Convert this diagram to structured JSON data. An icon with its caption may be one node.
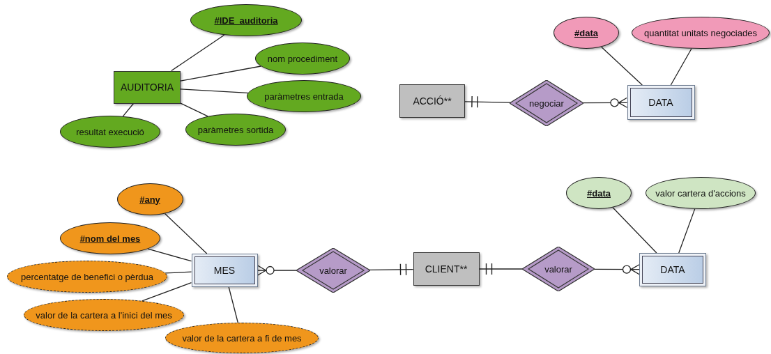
{
  "diagram": {
    "nodes": [
      {
        "text": [
          "AUDITORIA"
        ]
      },
      {
        "text": [
          "#IDE_auditoria"
        ]
      },
      {
        "text": [
          "nom procediment"
        ]
      },
      {
        "text": [
          "paràmetres entrada"
        ]
      },
      {
        "text": [
          "paràmetres sortida"
        ]
      },
      {
        "text": [
          "resultat execució"
        ]
      },
      {
        "text": [
          "ACCIÓ**"
        ]
      },
      {
        "text": [
          "negociar"
        ]
      },
      {
        "text": [
          "DATA"
        ]
      },
      {
        "text": [
          "#data"
        ]
      },
      {
        "text": [
          "quantitat unitats negociades"
        ]
      },
      {
        "text": [
          "#any"
        ]
      },
      {
        "text": [
          "#nom del mes"
        ]
      },
      {
        "text": [
          "percentatge de benefici o pèrdua"
        ]
      },
      {
        "text": [
          "valor de la cartera a l'inici del mes"
        ]
      },
      {
        "text": [
          "valor de la cartera a fi de mes"
        ]
      },
      {
        "text": [
          "MES"
        ]
      },
      {
        "text": [
          "valorar"
        ]
      },
      {
        "text": [
          "CLIENT**"
        ]
      },
      {
        "text": [
          "valorar"
        ]
      },
      {
        "text": [
          "DATA"
        ]
      },
      {
        "text": [
          "#data"
        ]
      },
      {
        "text": [
          "valor cartera d'accions"
        ]
      }
    ],
    "edges": [
      {
        "from": 0,
        "to": 1,
        "arrow": "none"
      },
      {
        "from": 0,
        "to": 2,
        "arrow": "none"
      },
      {
        "from": 0,
        "to": 3,
        "arrow": "none"
      },
      {
        "from": 0,
        "to": 4,
        "arrow": "none"
      },
      {
        "from": 0,
        "to": 5,
        "arrow": "none"
      },
      {
        "from": 6,
        "to": 7,
        "arrow": "other"
      },
      {
        "from": 7,
        "to": 8,
        "arrow": "other"
      },
      {
        "from": 8,
        "to": 9,
        "arrow": "none"
      },
      {
        "from": 8,
        "to": 10,
        "arrow": "none"
      },
      {
        "from": 16,
        "to": 11,
        "arrow": "none"
      },
      {
        "from": 16,
        "to": 12,
        "arrow": "none"
      },
      {
        "from": 16,
        "to": 13,
        "arrow": "none"
      },
      {
        "from": 16,
        "to": 14,
        "arrow": "none"
      },
      {
        "from": 16,
        "to": 15,
        "arrow": "none"
      },
      {
        "from": 16,
        "to": 17,
        "arrow": "other"
      },
      {
        "from": 17,
        "to": 18,
        "arrow": "other"
      },
      {
        "from": 18,
        "to": 19,
        "arrow": "other"
      },
      {
        "from": 19,
        "to": 20,
        "arrow": "other"
      },
      {
        "from": 20,
        "to": 21,
        "arrow": "none"
      },
      {
        "from": 20,
        "to": 22,
        "arrow": "none"
      }
    ]
  }
}
